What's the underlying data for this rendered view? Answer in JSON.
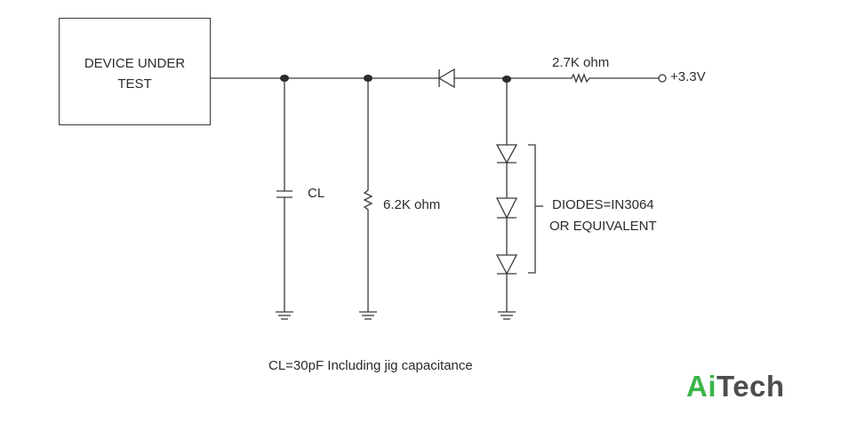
{
  "dut": {
    "line1": "DEVICE UNDER",
    "line2": "TEST"
  },
  "labels": {
    "cl": "CL",
    "r_load": "6.2K ohm",
    "r_pullup": "2.7K ohm",
    "supply": "+3.3V",
    "diodes_line1": "DIODES=IN3064",
    "diodes_line2": "OR EQUIVALENT",
    "footnote": "CL=30pF Including jig capacitance"
  },
  "logo": {
    "part1": "Ai",
    "part2": "Tech",
    "color_ai": "#3cb54a",
    "color_tech": "#4d4d4d"
  },
  "colors": {
    "wire": "#3a3a3a"
  }
}
